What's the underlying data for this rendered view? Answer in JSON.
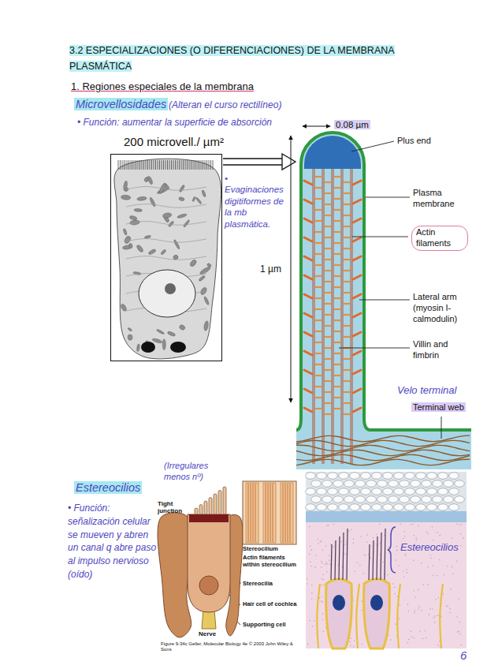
{
  "diagram": {
    "title": "3.2 ESPECIALIZACIONES (O DIFERENCIACIONES) DE LA MEMBRANA PLASMÁTICA",
    "nodes": [
      {
        "text": [
          "200 microvell./ µm²"
        ]
      }
    ],
    "labels": [
      "1. Regiones especiales de la membrana",
      "Microvellosidades",
      "(Alteran el curso rectilíneo)",
      "• Función: aumentar la superficie de absorción",
      "0.08 µm",
      "Plus end",
      "Plasma membrane",
      "Actin filaments",
      "• Evaginaciones digitiformes de la mb plasmática.",
      "1 µm",
      "Lateral arm (myosin I-calmodulin)",
      "Villin and fimbrin",
      "Velo terminal",
      "Terminal web",
      "Estereocilios",
      "(Irregulares menos nº)",
      "• Función: señalización celular se mueven y abren un canal q abre paso al impulso nervioso (oído)",
      "Tight junction",
      "Stereocilium",
      "Actin filaments within stereocilium",
      "Stereocilia",
      "Hair cell of cochlea",
      "Supporting cell",
      "Nerve",
      "Figure 9-34c Geller, Molecular Biology 4e © 2003 John Wiley & Sons",
      "Estereocilios",
      "6"
    ]
  }
}
